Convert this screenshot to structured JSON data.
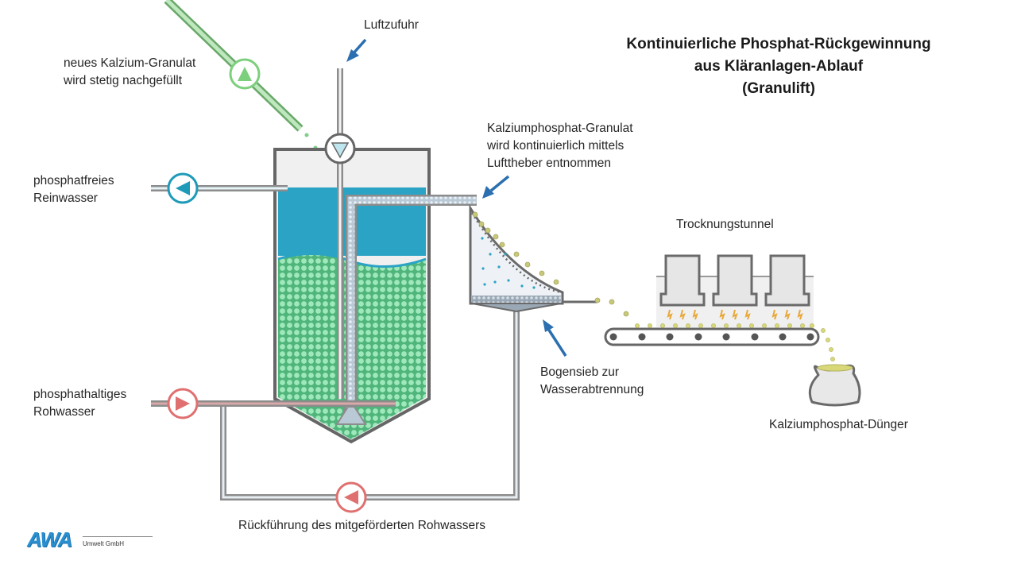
{
  "title": {
    "line1": "Kontinuierliche Phosphat-Rückgewinnung",
    "line2": "aus Kläranlagen-Ablauf",
    "line3": "(Granulift)"
  },
  "labels": {
    "luftzufuhr": "Luftzufuhr",
    "granulat_line1": "neues Kalzium-Granulat",
    "granulat_line2": "wird stetig nachgefüllt",
    "reinwasser_line1": "phosphatfreies",
    "reinwasser_line2": "Reinwasser",
    "entnahme_line1": "Kalziumphosphat-Granulat",
    "entnahme_line2": "wird kontinuierlich mittels",
    "entnahme_line3": "Lufttheber entnommen",
    "trocknungstunnel": "Trocknungstunnel",
    "rohwasser_line1": "phosphathaltiges",
    "rohwasser_line2": "Rohwasser",
    "bogensieb_line1": "Bogensieb zur",
    "bogensieb_line2": "Wasserabtrennung",
    "duenger": "Kalziumphosphat-Dünger",
    "rueckfuehrung": "Rückführung des mitgeförderten Rohwassers"
  },
  "logo": {
    "name": "AWA",
    "subtitle": "Umwelt GmbH"
  },
  "colors": {
    "water": "#2aa3c4",
    "granules": "#5fcf8a",
    "pipe": "#8c8c8c",
    "clean_pump": "#1e9ab8",
    "raw_pump": "#e07070",
    "feed_pump": "#7ccf7c",
    "arrow": "#2b6fb0",
    "phosphate": "#c8c87a",
    "heat": "#e8a83a"
  },
  "icons": {
    "feed_pump": "triangle-up-pump-icon",
    "air_valve": "triangle-down-valve-icon",
    "clean_pump": "triangle-left-pump-icon",
    "raw_pump": "triangle-right-pump-icon",
    "return_pump": "triangle-left-pump-icon",
    "sack": "fertilizer-sack-icon"
  }
}
